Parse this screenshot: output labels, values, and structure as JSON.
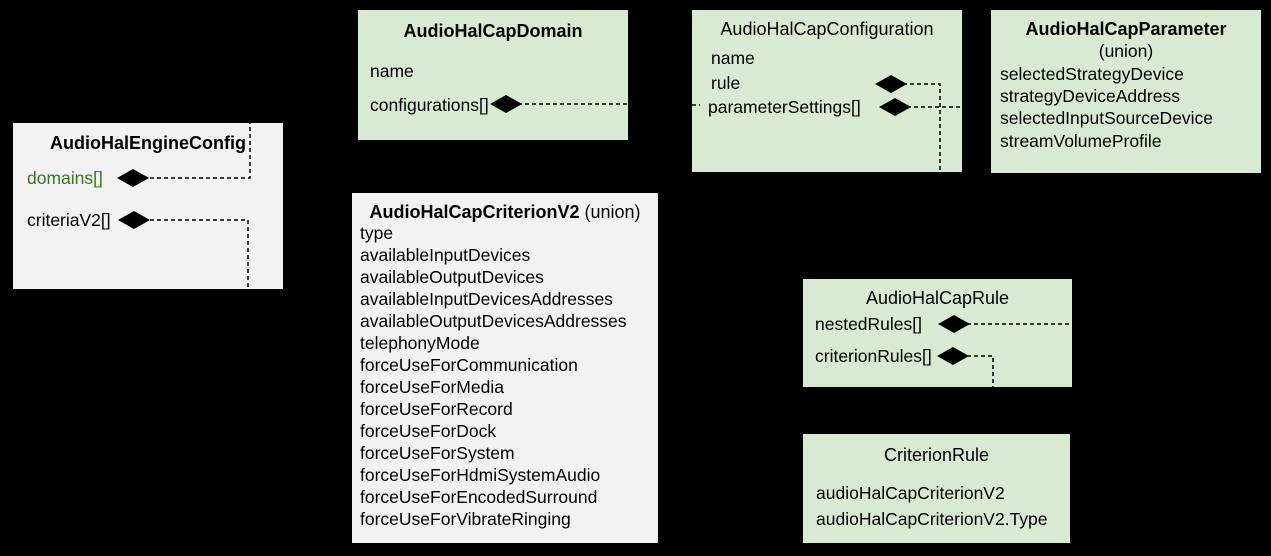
{
  "diagram": {
    "colors": {
      "background": "#000000",
      "box_green": "#d9ead3",
      "box_gray": "#f2f2f2",
      "green_text": "#38761d",
      "line": "#000000"
    },
    "icons": {
      "composition_diamond_glyph": "◆"
    },
    "boxes": [
      {
        "id": "engine",
        "title": "AudioHalEngineConfig",
        "fields": [
          {
            "label": "domains[]",
            "color": "green",
            "icon": "composition-diamond"
          },
          {
            "label": "criteriaV2[]",
            "icon": "composition-diamond"
          }
        ]
      },
      {
        "id": "domain",
        "title": "AudioHalCapDomain",
        "fields": [
          {
            "label": "name"
          },
          {
            "label": "configurations[]",
            "icon": "composition-diamond"
          }
        ]
      },
      {
        "id": "configuration",
        "title": "AudioHalCapConfiguration",
        "fields": [
          {
            "label": "name"
          },
          {
            "label": "rule",
            "icon": "composition-diamond"
          },
          {
            "label": "parameterSettings[]",
            "icon": "composition-diamond"
          }
        ]
      },
      {
        "id": "parameter",
        "title": "AudioHalCapParameter",
        "subtitle": "(union)",
        "fields": [
          {
            "label": "selectedStrategyDevice"
          },
          {
            "label": "strategyDeviceAddress"
          },
          {
            "label": "selectedInputSourceDevice"
          },
          {
            "label": "streamVolumeProfile"
          }
        ]
      },
      {
        "id": "criterionv2",
        "title": "AudioHalCapCriterionV2",
        "title_suffix": "(union)",
        "fields": [
          {
            "label": "type"
          },
          {
            "label": "availableInputDevices"
          },
          {
            "label": "availableOutputDevices"
          },
          {
            "label": "availableInputDevicesAddresses"
          },
          {
            "label": "availableOutputDevicesAddresses"
          },
          {
            "label": "telephonyMode"
          },
          {
            "label": "forceUseForCommunication"
          },
          {
            "label": "forceUseForMedia"
          },
          {
            "label": "forceUseForRecord"
          },
          {
            "label": "forceUseForDock"
          },
          {
            "label": "forceUseForSystem"
          },
          {
            "label": "forceUseForHdmiSystemAudio"
          },
          {
            "label": "forceUseForEncodedSurround"
          },
          {
            "label": "forceUseForVibrateRinging"
          }
        ]
      },
      {
        "id": "rule",
        "title": "AudioHalCapRule",
        "fields": [
          {
            "label": "nestedRules[]",
            "icon": "composition-diamond"
          },
          {
            "label": "criterionRules[]",
            "icon": "composition-diamond"
          }
        ]
      },
      {
        "id": "criterionrule",
        "title": "CriterionRule",
        "fields": [
          {
            "label": "audioHalCapCriterionV2"
          },
          {
            "label": "audioHalCapCriterionV2.Type"
          }
        ]
      }
    ]
  }
}
